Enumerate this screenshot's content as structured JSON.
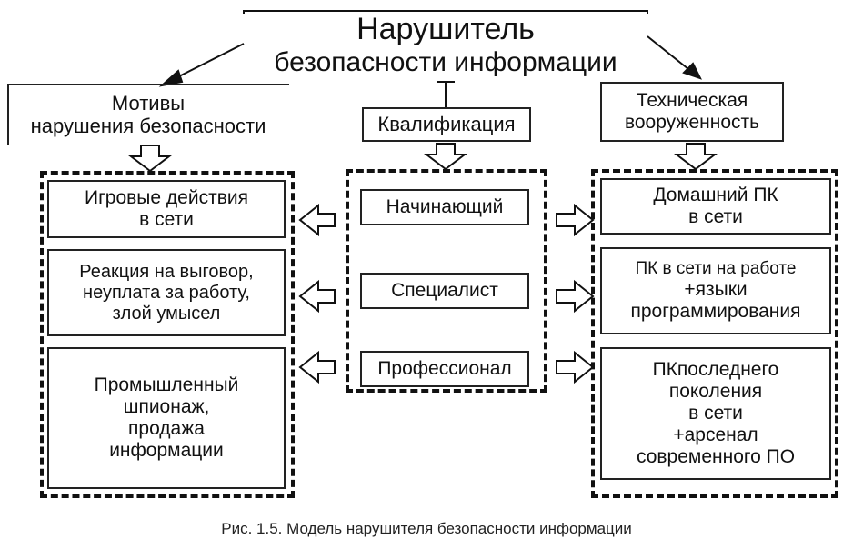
{
  "title": {
    "line1": "Нарушитель",
    "line2": "безопасности информации"
  },
  "columns": {
    "motives": {
      "label_line1": "Мотивы",
      "label_line2": "нарушения безопасности"
    },
    "qualification": {
      "label": "Квалификация"
    },
    "equipment": {
      "label_line1": "Техническая",
      "label_line2": "вооруженность"
    }
  },
  "motives": [
    {
      "line1": "Игровые действия",
      "line2": "в сети"
    },
    {
      "line1": "Реакция на выговор,",
      "line2": "неуплата за работу,",
      "line3": "злой умысел"
    },
    {
      "line1": "Промышленный",
      "line2": "шпионаж,",
      "line3": "продажа",
      "line4": "информации"
    }
  ],
  "qualification": [
    {
      "label": "Начинающий"
    },
    {
      "label": "Специалист"
    },
    {
      "label": "Профессионал"
    }
  ],
  "equipment": [
    {
      "line1": "Домашний ПК",
      "line2": "в сети"
    },
    {
      "line1": "ПК в сети на работе",
      "line2": "+языки",
      "line3": "программирования"
    },
    {
      "line1": "ПКпоследнего",
      "line2": "поколения",
      "line3": "в сети",
      "line4": "+арсенал",
      "line5": "современного ПО"
    }
  ],
  "caption": "Рис. 1.5. Модель нарушителя безопасности информации"
}
